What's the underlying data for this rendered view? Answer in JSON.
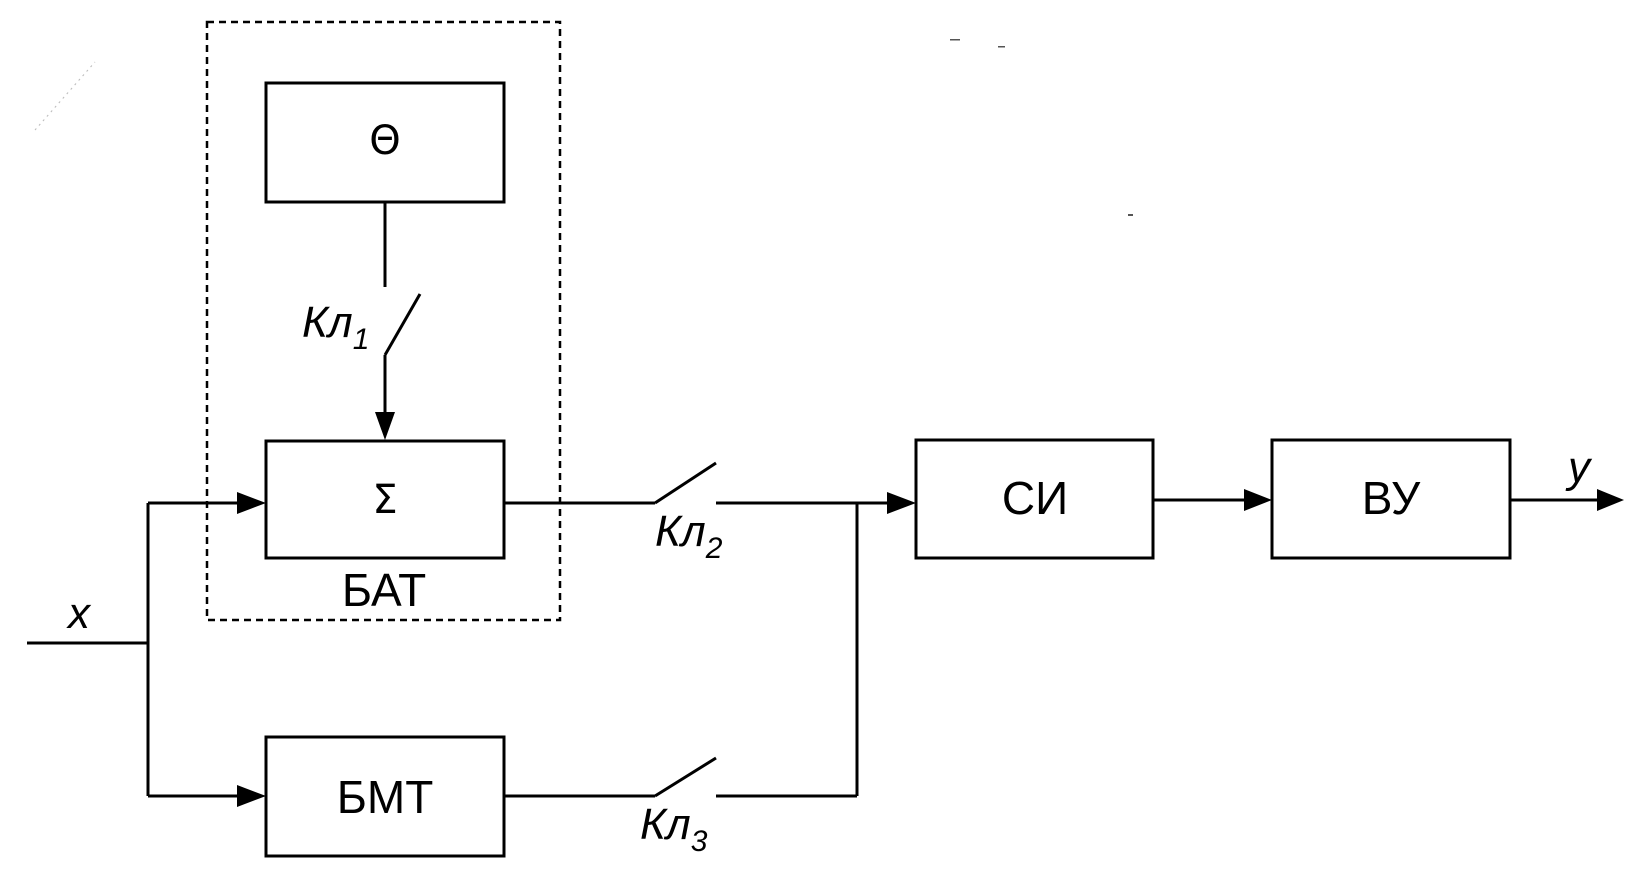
{
  "blocks": {
    "theta": "Θ",
    "sum": "Σ",
    "bat": "БАТ",
    "bmt": "БМТ",
    "si": "СИ",
    "vu": "ВУ"
  },
  "switches": {
    "kl1": {
      "base": "Кл",
      "sub": "1"
    },
    "kl2": {
      "base": "Кл",
      "sub": "2"
    },
    "kl3": {
      "base": "Кл",
      "sub": "3"
    }
  },
  "signals": {
    "input": "x",
    "output": "y"
  }
}
